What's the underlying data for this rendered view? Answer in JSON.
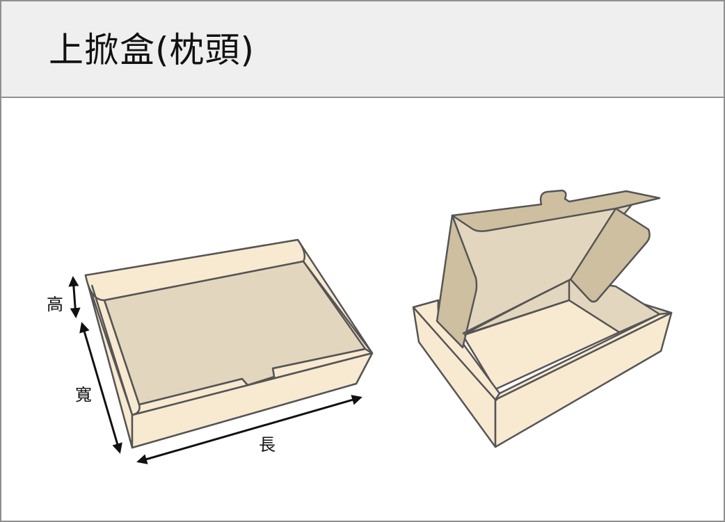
{
  "header": {
    "title": "上掀盒(枕頭)"
  },
  "diagram": {
    "left_box": {
      "state": "closed",
      "dimension_labels": {
        "height": "高",
        "width": "寬",
        "length": "長"
      }
    },
    "right_box": {
      "state": "open"
    }
  },
  "colors": {
    "header_bg": "#efefef",
    "border": "#8f8f8f",
    "box_light": "#f8e9d1",
    "box_inner": "#e3d6bf",
    "box_flap": "#cdbf9f",
    "outline": "#555555",
    "arrow": "#111111"
  }
}
